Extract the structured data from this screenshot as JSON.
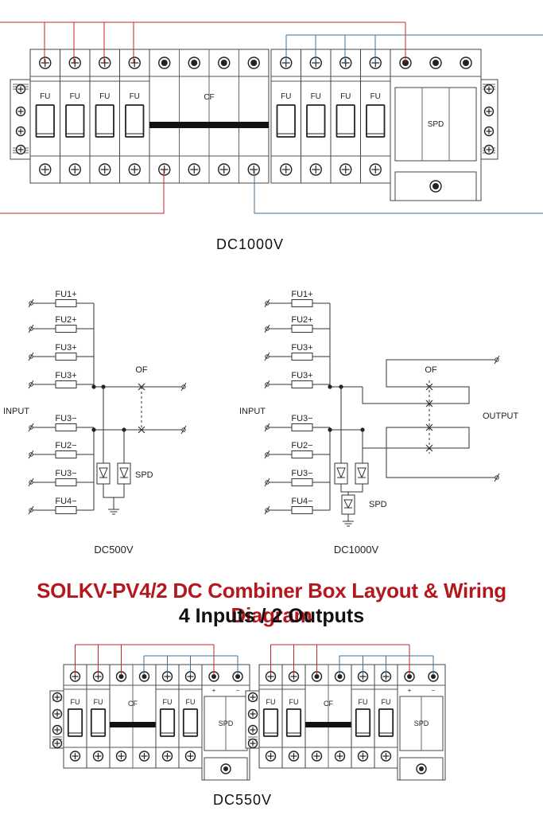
{
  "title": "SOLKV-PV4/2 DC Combiner Box Layout & Wiring Diagram",
  "subtitle": "4 Inputs / 2 Outputs",
  "colors": {
    "positive_wire": "#c0262d",
    "negative_wire": "#3f6f98",
    "module_outline": "#444444",
    "busbar": "#111111"
  },
  "top_layout": {
    "caption": "DC1000V",
    "fuse_label": "FU",
    "cf_label": "CF",
    "spd_label": "SPD",
    "spd_polarity": [
      "-",
      "-",
      "-"
    ]
  },
  "schematic_dc500": {
    "caption": "DC500V",
    "input_label": "INPUT",
    "switch_label": "OF",
    "spd_label": "SPD",
    "fuses": [
      "FU1+",
      "FU2+",
      "FU3+",
      "FU3+",
      "FU3−",
      "FU2−",
      "FU3−",
      "FU4−"
    ]
  },
  "schematic_dc1000": {
    "caption": "DC1000V",
    "input_label": "INPUT",
    "output_label": "OUTPUT",
    "switch_label": "OF",
    "spd_label": "SPD",
    "fuses": [
      "FU1+",
      "FU2+",
      "FU3+",
      "FU3+",
      "FU3−",
      "FU2−",
      "FU3−",
      "FU4−"
    ]
  },
  "bottom_layout": {
    "caption": "DC550V",
    "fuse_label": "FU",
    "cf_label": "CF",
    "spd_label": "SPD",
    "spd_polarity": [
      "+",
      "−"
    ]
  }
}
